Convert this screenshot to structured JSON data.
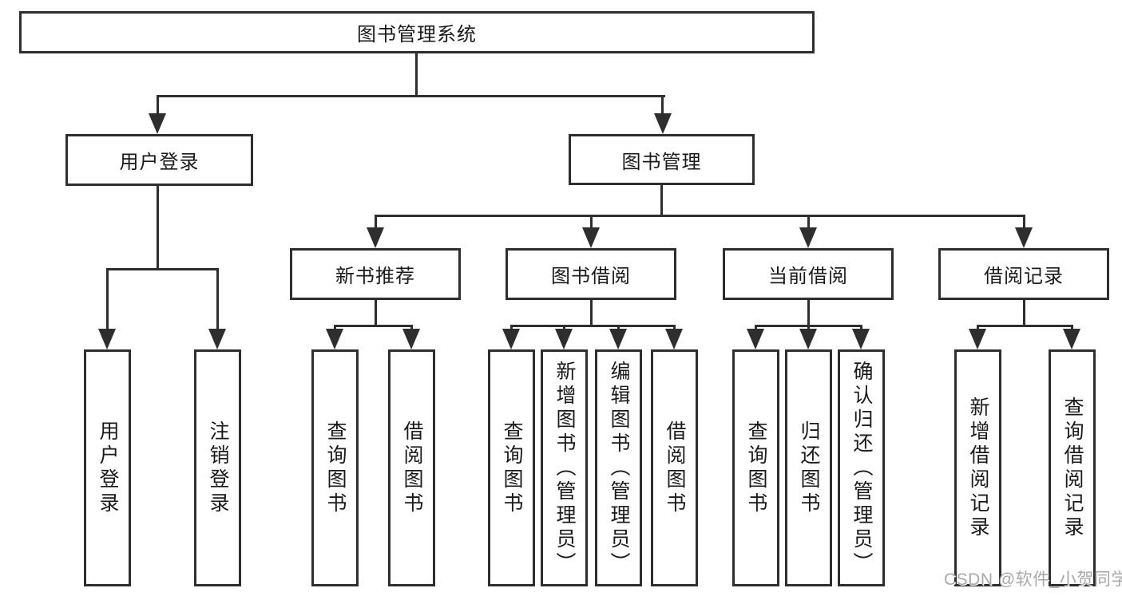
{
  "diagram": {
    "root": {
      "label": "图书管理系统"
    },
    "level2": [
      {
        "label": "用户登录",
        "children": [
          {
            "label": "用户登录"
          },
          {
            "label": "注销登录"
          }
        ]
      },
      {
        "label": "图书管理",
        "children": [
          {
            "label": "新书推荐",
            "children": [
              {
                "label": "查询图书"
              },
              {
                "label": "借阅图书"
              }
            ]
          },
          {
            "label": "图书借阅",
            "children": [
              {
                "label": "查询图书"
              },
              {
                "label": "新增图书（管理员）"
              },
              {
                "label": "编辑图书（管理员）"
              },
              {
                "label": "借阅图书"
              }
            ]
          },
          {
            "label": "当前借阅",
            "children": [
              {
                "label": "查询图书"
              },
              {
                "label": "归还图书"
              },
              {
                "label": "确认归还（管理员）"
              }
            ]
          },
          {
            "label": "借阅记录",
            "children": [
              {
                "label": "新增借阅记录"
              },
              {
                "label": "查询借阅记录"
              }
            ]
          }
        ]
      }
    ]
  },
  "watermark": {
    "text": "CSDN @软件_小贺同学"
  },
  "colors": {
    "line": "#2e2e2e",
    "box_border": "#2e2e2e",
    "box_background": "#ffffff",
    "text": "#1a1a1a",
    "watermark": "#a8a8a8",
    "background": "#ffffff"
  }
}
